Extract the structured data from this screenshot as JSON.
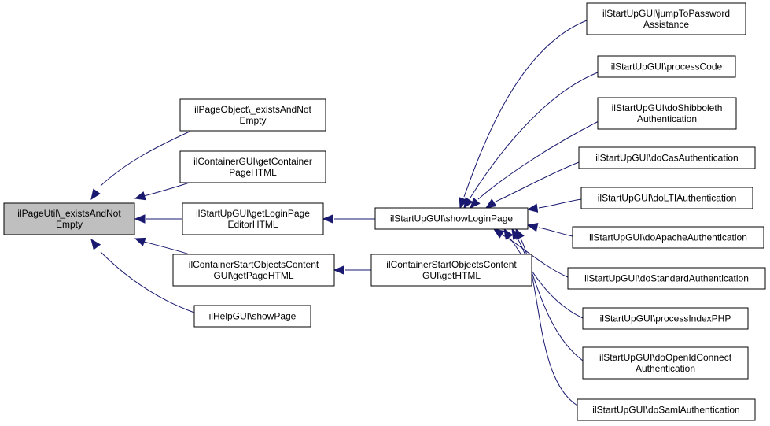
{
  "colors": {
    "edge": "#191970",
    "root_fill": "#bfbfbf",
    "node_fill": "#ffffff",
    "node_border": "#000000"
  },
  "nodes": [
    {
      "id": "root",
      "lines": [
        "ilPageUtil\\_existsAndNot",
        "Empty"
      ],
      "highlight": true
    },
    {
      "id": "po",
      "lines": [
        "ilPageObject\\_existsAndNot",
        "Empty"
      ]
    },
    {
      "id": "cg",
      "lines": [
        "ilContainerGUI\\getContainer",
        "PageHTML"
      ]
    },
    {
      "id": "sgl",
      "lines": [
        "ilStartUpGUI\\getLoginPage",
        "EditorHTML"
      ]
    },
    {
      "id": "csocp",
      "lines": [
        "ilContainerStartObjectsContent",
        "GUI\\getPageHTML"
      ]
    },
    {
      "id": "help",
      "lines": [
        "ilHelpGUI\\showPage"
      ]
    },
    {
      "id": "slp",
      "lines": [
        "ilStartUpGUI\\showLoginPage"
      ]
    },
    {
      "id": "csoch",
      "lines": [
        "ilContainerStartObjectsContent",
        "GUI\\getHTML"
      ]
    },
    {
      "id": "jtp",
      "lines": [
        "ilStartUpGUI\\jumpToPassword",
        "Assistance"
      ]
    },
    {
      "id": "pc",
      "lines": [
        "ilStartUpGUI\\processCode"
      ]
    },
    {
      "id": "shib",
      "lines": [
        "ilStartUpGUI\\doShibboleth",
        "Authentication"
      ]
    },
    {
      "id": "cas",
      "lines": [
        "ilStartUpGUI\\doCasAuthentication"
      ]
    },
    {
      "id": "lti",
      "lines": [
        "ilStartUpGUI\\doLTIAuthentication"
      ]
    },
    {
      "id": "apache",
      "lines": [
        "ilStartUpGUI\\doApacheAuthentication"
      ]
    },
    {
      "id": "std",
      "lines": [
        "ilStartUpGUI\\doStandardAuthentication"
      ]
    },
    {
      "id": "pip",
      "lines": [
        "ilStartUpGUI\\processIndexPHP"
      ]
    },
    {
      "id": "oidc",
      "lines": [
        "ilStartUpGUI\\doOpenIdConnect",
        "Authentication"
      ]
    },
    {
      "id": "saml",
      "lines": [
        "ilStartUpGUI\\doSamlAuthentication"
      ]
    }
  ],
  "edges": [
    {
      "from": "po",
      "to": "root"
    },
    {
      "from": "cg",
      "to": "root"
    },
    {
      "from": "sgl",
      "to": "root"
    },
    {
      "from": "csocp",
      "to": "root"
    },
    {
      "from": "help",
      "to": "root"
    },
    {
      "from": "slp",
      "to": "sgl"
    },
    {
      "from": "csoch",
      "to": "csocp"
    },
    {
      "from": "jtp",
      "to": "slp"
    },
    {
      "from": "pc",
      "to": "slp"
    },
    {
      "from": "shib",
      "to": "slp"
    },
    {
      "from": "cas",
      "to": "slp"
    },
    {
      "from": "lti",
      "to": "slp"
    },
    {
      "from": "apache",
      "to": "slp"
    },
    {
      "from": "std",
      "to": "slp"
    },
    {
      "from": "pip",
      "to": "slp"
    },
    {
      "from": "oidc",
      "to": "slp"
    },
    {
      "from": "saml",
      "to": "slp"
    }
  ]
}
